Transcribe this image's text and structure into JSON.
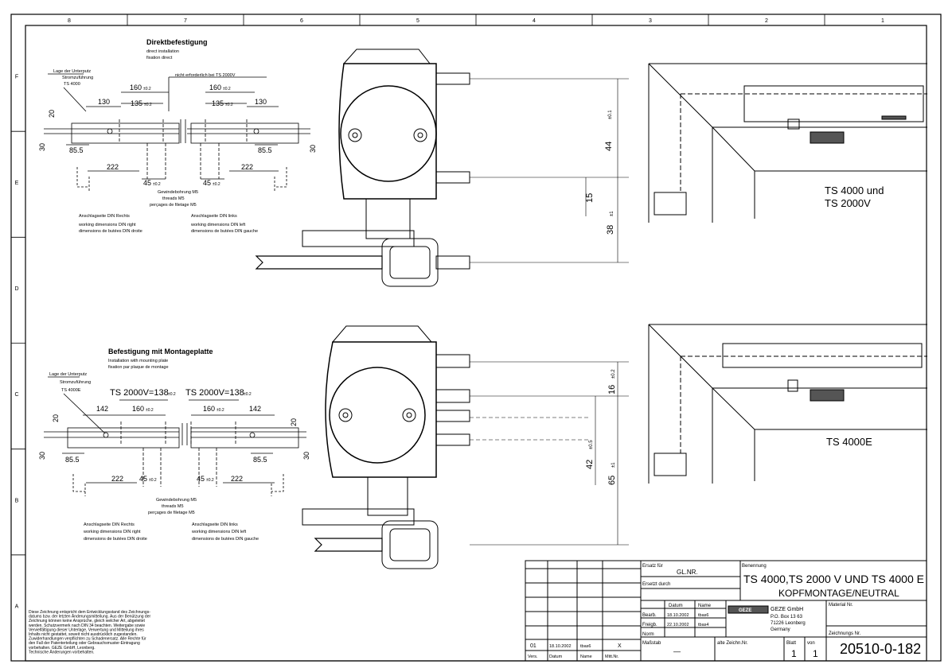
{
  "grid": {
    "columns": [
      "8",
      "7",
      "6",
      "5",
      "4",
      "3",
      "2",
      "1"
    ],
    "rows": [
      "F",
      "E",
      "D",
      "C",
      "B",
      "A"
    ]
  },
  "view_top": {
    "title": "Direktbefestigung",
    "subtitle1": "direct installation",
    "subtitle2": "fixation direct",
    "left_note1": "Lage der Unterputz",
    "left_note2": "Stromzuführung",
    "left_note3": "TS 4000",
    "middle_note": "nicht erforderlich bei TS 2000V",
    "dims": {
      "d160a": "160",
      "d160b": "160",
      "tol02": "±0.2",
      "d135a": "135",
      "d135b": "135",
      "d130a": "130",
      "d130b": "130",
      "d20a": "20",
      "d30a": "30",
      "d30b": "30",
      "d85a": "85.5",
      "d85b": "85.5",
      "d222a": "222",
      "d222b": "222",
      "d45a": "45",
      "d45b": "45"
    },
    "thread1": "Gewindebohrung M5",
    "thread2": "threads M5",
    "thread3": "perçages de filetage M5",
    "right_label1": "Anschlagseite DIN Rechts",
    "right_label2": "working dimensions DIN right",
    "right_label3": "dimensions de butées DIN droite",
    "left_label1": "Anschlagseite DIN links",
    "left_label2": "working dimensions DIN left",
    "left_label3": "dimensions de butées DIN gauche",
    "vert_dims": {
      "d44": "44",
      "d44tol": "±0.1",
      "d15": "15",
      "d38": "38",
      "d38tol": "±1"
    },
    "product_label1": "TS 4000 und",
    "product_label2": "TS 2000V"
  },
  "view_bottom": {
    "title": "Befestigung mit Montageplatte",
    "subtitle1": "Installation with mounting plate",
    "subtitle2": "fixation par plaque de montage",
    "left_note1": "Lage der Unterputz",
    "left_note2": "Stromzuführung",
    "left_note3": "TS 4000E",
    "ts_a": "TS 2000V=138",
    "ts_b": "TS 2000V=138",
    "tol02": "±0.2",
    "dims": {
      "d142a": "142",
      "d142b": "142",
      "d160a": "160",
      "d160b": "160",
      "d20a": "20",
      "d20b": "20",
      "d30a": "30",
      "d30b": "30",
      "d85a": "85.5",
      "d85b": "85.5",
      "d222a": "222",
      "d222b": "222",
      "d45a": "45",
      "d45b": "45"
    },
    "thread1": "Gewindebohrung M5",
    "thread2": "threads M5",
    "thread3": "perçages de filetage M5",
    "right_label1": "Anschlagseite DIN Rechts",
    "right_label2": "working dimensions DIN right",
    "right_label3": "dimensions de butées DIN droite",
    "left_label1": "Anschlagseite DIN links",
    "left_label2": "working dimensions DIN left",
    "left_label3": "dimensions de butées DIN gauche",
    "vert_dims": {
      "d16": "16",
      "d16tol": "±0.2",
      "d42": "42",
      "d42tol": "±0.5",
      "d65": "65",
      "d65tol": "±1"
    },
    "product_label": "TS 4000E"
  },
  "disclaimer": [
    "Diese Zeichnung entspricht dem Entwicklungsstand des Zeichnungs-",
    "datums bzw. der letzten Änderungsmitteilung. Aus der Benützung der",
    "Zeichnung können keine Ansprüche, gleich welcher Art, abgeleitet",
    "werden. Schutzvermerk nach DIN 34 beachten. Weitergabe sowie",
    "Vervielfältigung dieser Unterlage, Verwertung und Mitteilung ihres",
    "Inhalts nicht gestattet, soweit nicht ausdrücklich zugestanden.",
    "Zuwiderhandlungen verpflichten zu Schadenersatz. Alle Rechte für",
    "den Fall der Patenterteilung oder Gebrauchsmuster-Eintragung",
    "vorbehalten. GEZE GmbH, Leonberg.",
    "Technische Änderungen vorbehalten."
  ],
  "title_block": {
    "ersatz_fuer": "Ersatz für",
    "gl_nr": "GL.NR.",
    "ersetzt_durch": "Ersetzt durch",
    "benennung": "Benennung",
    "title_line1": "TS 4000,TS 2000 V UND TS 4000 E",
    "title_line2": "KOPFMONTAGE/NEUTRAL",
    "datum": "Datum",
    "name": "Name",
    "bearb": "Bearb.",
    "bearb_date": "18.10.2002",
    "bearb_name": "tbas6",
    "freigabe": "Freigb.",
    "freigabe_date": "22.10.2002",
    "freigabe_name": "tbas4",
    "norm": "Norm",
    "company_logo": "GEZE",
    "company1": "GEZE GmbH",
    "company2": "P.O. Box 13 63",
    "company3": "71226 Leonberg",
    "company4": "Germany",
    "material": "Material Nr.",
    "massstab": "Maßstab",
    "massstab_val": "—",
    "alte_zeichnr": "alte Zeichn.Nr.",
    "blatt": "Blatt",
    "von": "von",
    "blatt_val": "1",
    "von_val": "1",
    "zeichnungsnr_label": "Zeichnungs Nr.",
    "zeichnungsnr": "20510-0-182",
    "rev_row": {
      "rev": "01",
      "date": "18.10.2002",
      "name": "tbas6",
      "mark": "X"
    },
    "rev_headers": [
      "Vers.",
      "Datum",
      "Name",
      "Mitt.Nr."
    ]
  },
  "colors": {
    "line": "#000000",
    "paper": "#ffffff",
    "dark_fill": "#555555"
  }
}
